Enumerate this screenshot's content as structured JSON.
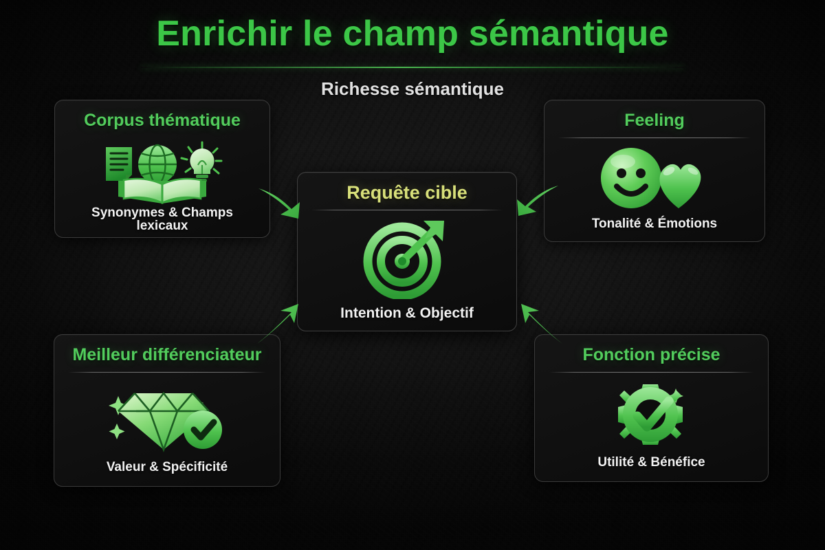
{
  "header": {
    "title": "Enrichir le champ sémantique",
    "subtitle": "Richesse sémantique",
    "accent_color": "#3cc747",
    "subtitle_color": "#e2e2e2"
  },
  "theme": {
    "background": "#0a0a0a",
    "card_background": "#111111",
    "card_border": "#3a3a3a",
    "card_title_color": "#52cc5c",
    "center_title_color": "#d8e07a",
    "caption_color": "#f2f2f2",
    "arrow_color": "#4cbf4c"
  },
  "center": {
    "title": "Requête cible",
    "caption": "Intention & Objectif",
    "icon": "target-arrow-icon"
  },
  "cards": [
    {
      "id": "corpus",
      "title": "Corpus thématique",
      "caption": "Synonymes & Champs lexicaux",
      "icon": "book-globe-lightbulb-icon",
      "position": "top-left"
    },
    {
      "id": "feeling",
      "title": "Feeling",
      "caption": "Tonalité & Émotions",
      "icon": "smiley-heart-icon",
      "position": "top-right"
    },
    {
      "id": "differenciateur",
      "title": "Meilleur différenciateur",
      "caption": "Valeur & Spécificité",
      "icon": "diamond-check-icon",
      "position": "bottom-left"
    },
    {
      "id": "fonction",
      "title": "Fonction précise",
      "caption": "Utilité & Bénéfice",
      "icon": "gear-check-icon",
      "position": "bottom-right"
    }
  ],
  "arrows": [
    {
      "id": "arrow-top-left",
      "icon": "arrow-icon",
      "direction": "down-right",
      "from": "corpus",
      "to": "center"
    },
    {
      "id": "arrow-top-right",
      "icon": "arrow-icon",
      "direction": "down-left",
      "from": "feeling",
      "to": "center"
    },
    {
      "id": "arrow-bottom-left",
      "icon": "arrow-icon",
      "direction": "up-right",
      "from": "differenciateur",
      "to": "center"
    },
    {
      "id": "arrow-bottom-right",
      "icon": "arrow-icon",
      "direction": "up-left",
      "from": "fonction",
      "to": "center"
    }
  ]
}
